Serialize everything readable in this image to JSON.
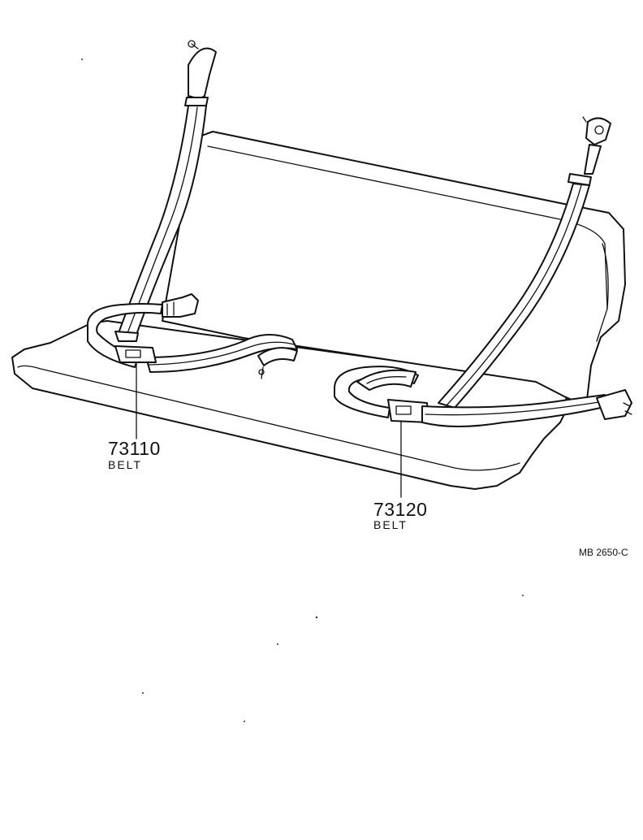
{
  "callouts": [
    {
      "part_number": "73110",
      "name": "BELT"
    },
    {
      "part_number": "73120",
      "name": "BELT"
    }
  ],
  "drawing_code": "MB 2650-C"
}
